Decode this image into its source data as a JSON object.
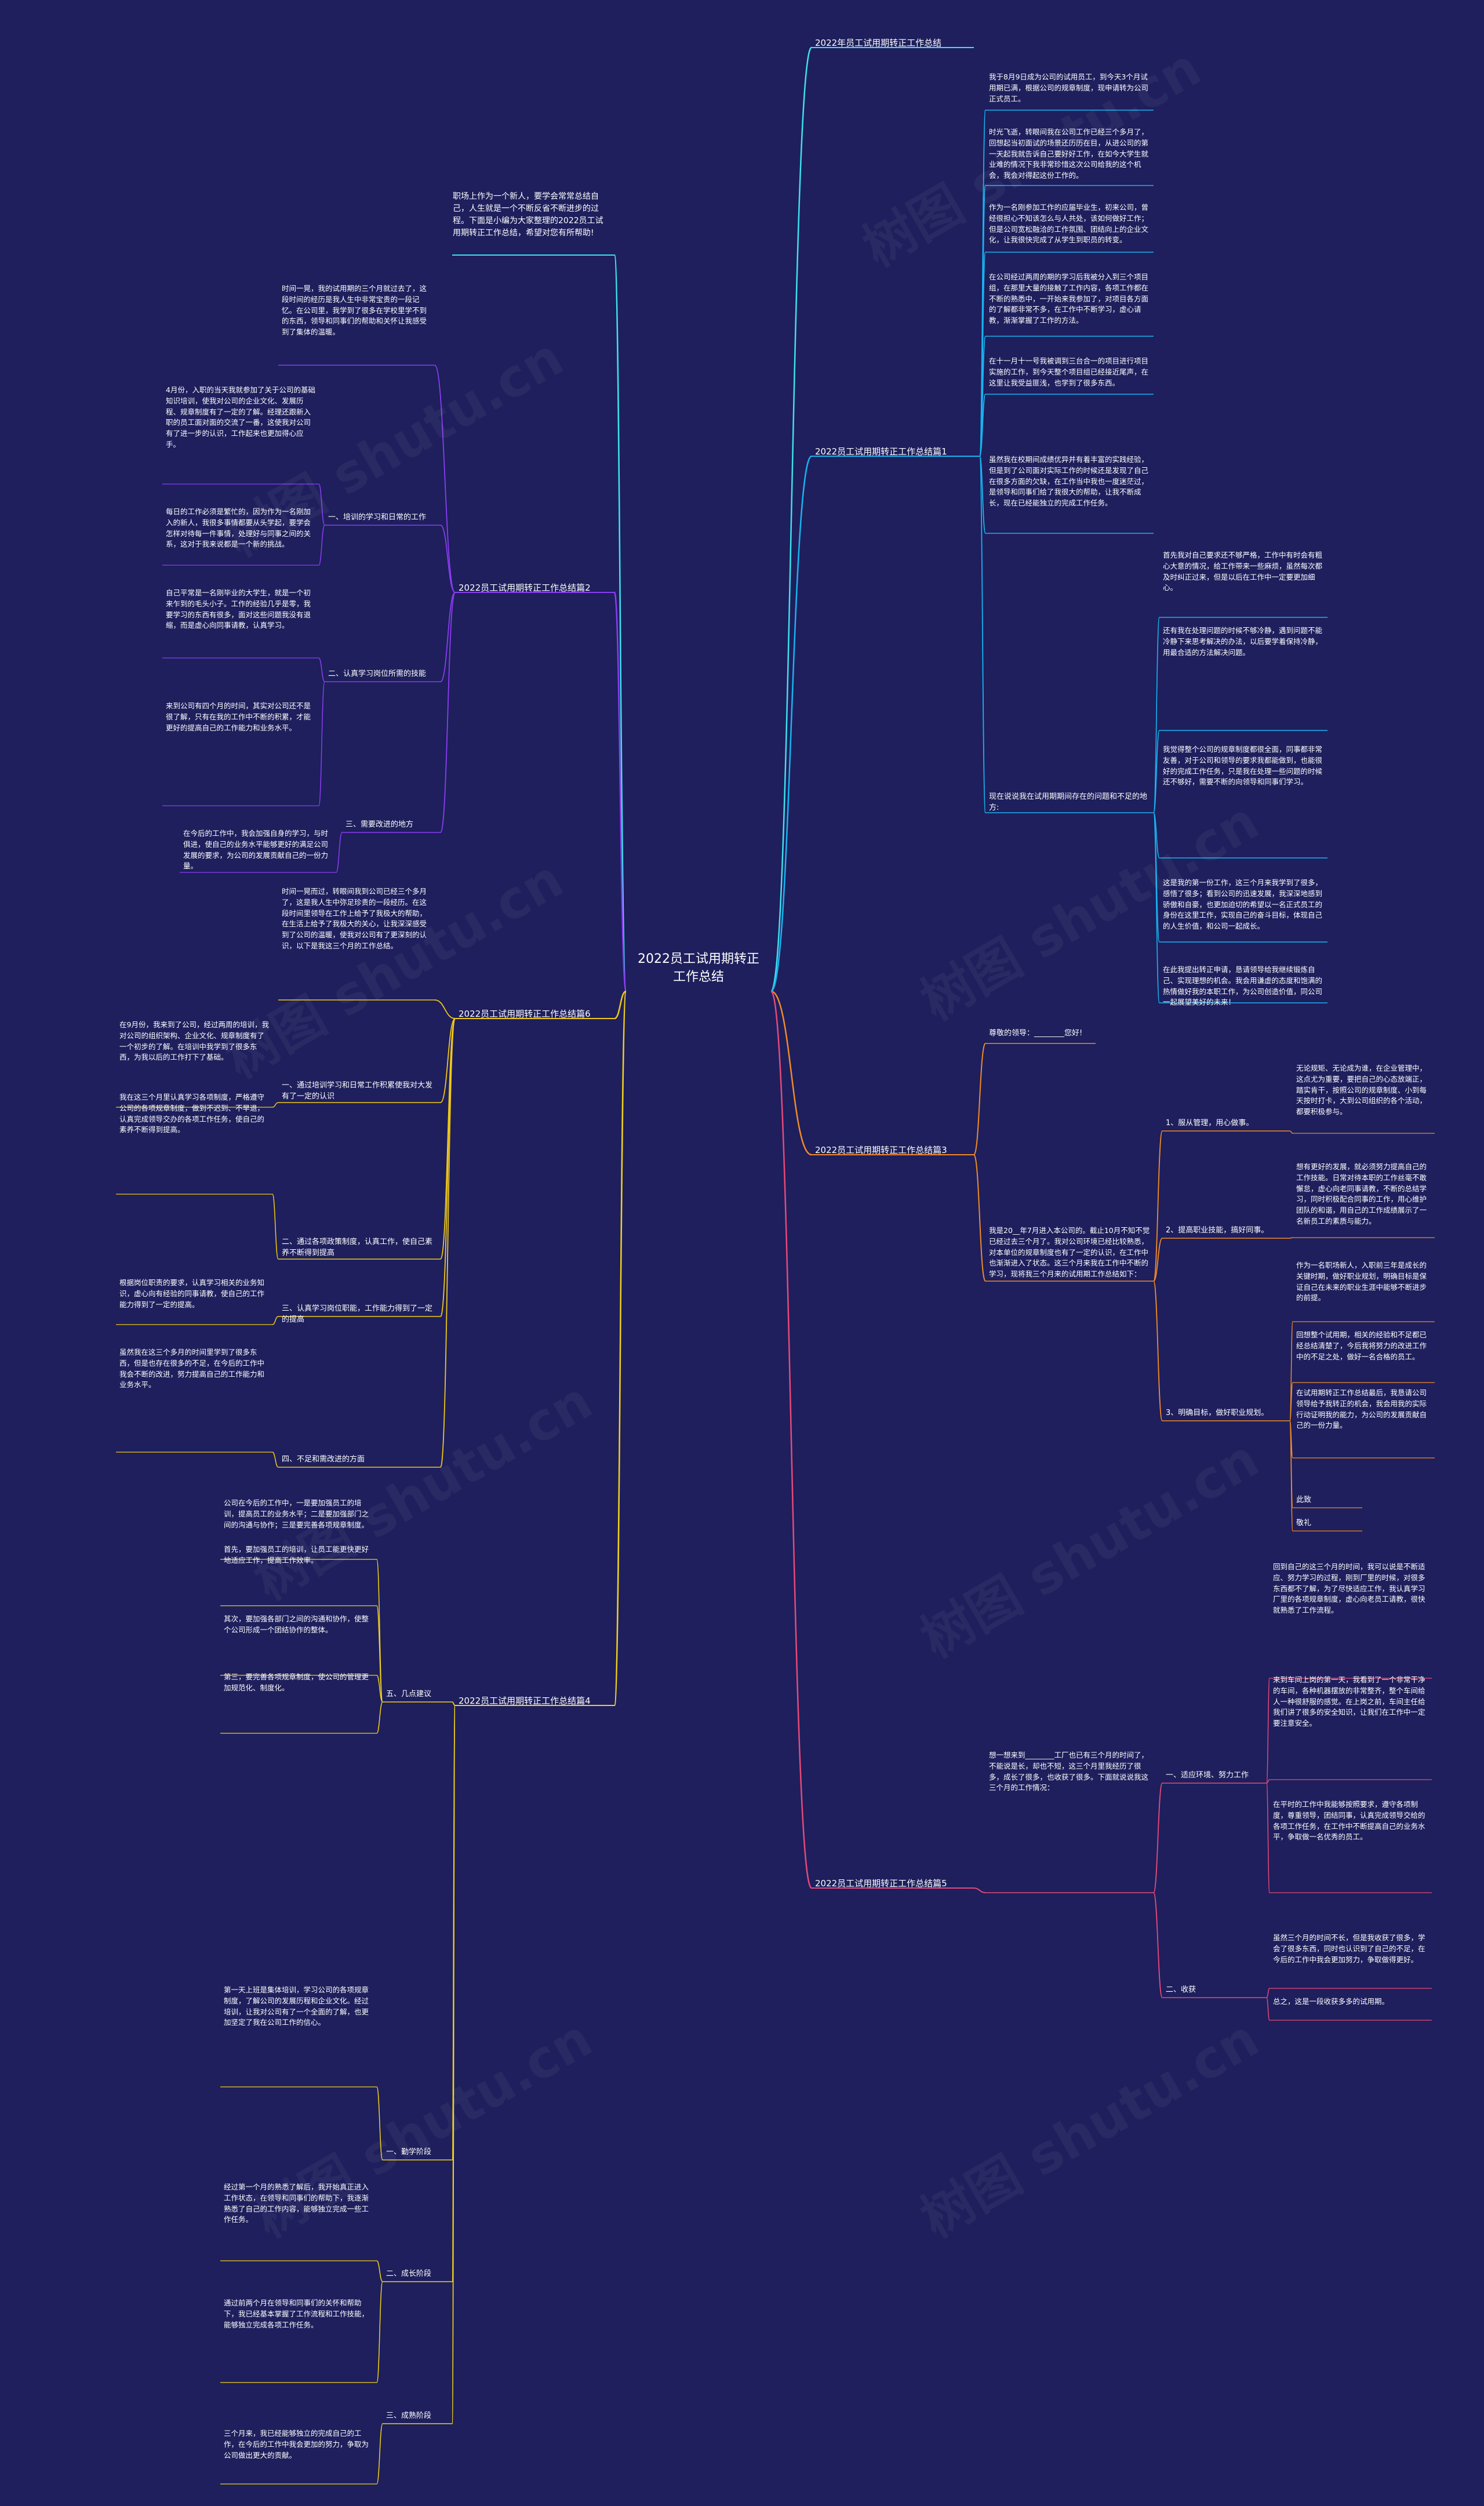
{
  "root": {
    "title": "2022员工试用期转正工作总结"
  },
  "watermark": "树图 shutu.cn",
  "colors": {
    "background": "#1e1f5c",
    "b1": "#3fe0ee",
    "b2": "#18b4f0",
    "b3": "#f08a2a",
    "b4": "#e6497a",
    "b5": "#8a3df0",
    "b6": "#f0c81a",
    "b7": "#f0d01e"
  },
  "right": {
    "title_branch": {
      "label": "2022年员工试用期转正工作总结"
    },
    "b1": {
      "label": "2022员工试用期转正工作总结篇1",
      "leaves": [
        "我于8月9日成为公司的试用员工，到今天3个月试用期已满，根据公司的规章制度，现申请转为公司正式员工。",
        "时光飞逝，转眼间我在公司工作已经三个多月了，回想起当初面试的场景还历历在目，从进公司的第一天起我就告诉自己要好好工作，在如今大学生就业难的情况下我非常珍惜这次公司给我的这个机会，我会对得起这份工作的。",
        "作为一名刚参加工作的应届毕业生，初来公司，曾经很担心不知该怎么与人共处，该如何做好工作；但是公司宽松融洽的工作氛围、团结向上的企业文化，让我很快完成了从学生到职员的转变。",
        "在公司经过两周的期的学习后我被分入到三个项目组，在那里大量的接触了工作内容，各项工作都在不断的熟悉中，一开始来我参加了，对项目各方面的了解都非常不多，在工作中不断学习，虚心请教，渐渐掌握了工作的方法。",
        "在十一月十一号我被调到三台合一的项目进行项目实施的工作，到今天整个项目组已经接近尾声，在这里让我受益匪浅，也学到了很多东西。",
        "虽然我在校期间成绩优异并有着丰富的实践经验，但是到了公司面对实际工作的时候还是发现了自己在很多方面的欠缺，在工作当中我也一度迷茫过，是领导和同事们给了我很大的帮助，让我不断成长，现在已经能独立的完成工作任务。"
      ],
      "sub_label": "现在说说我在试用期期间存在的问题和不足的地方:",
      "sub_leaves": [
        "首先我对自己要求还不够严格，工作中有时会有粗心大意的情况，给工作带来一些麻烦，虽然每次都及时纠正过来，但是以后在工作中一定要更加细心。",
        "还有我在处理问题的时候不够冷静，遇到问题不能冷静下来思考解决的办法，以后要学着保持冷静，用最合适的方法解决问题。",
        "我觉得整个公司的规章制度都很全面，同事都非常友善，对于公司和领导的要求我都能做到，也能很好的完成工作任务，只是我在处理一些问题的时候还不够好，需要不断的向领导和同事们学习。",
        "这是我的第一份工作，这三个月来我学到了很多，感悟了很多；看到公司的迅速发展，我深深地感到骄傲和自豪，也更加迫切的希望以一名正式员工的身份在这里工作，实现自己的奋斗目标，体现自己的人生价值，和公司一起成长。",
        "在此我提出转正申请，恳请领导给我继续锻炼自己、实现理想的机会。我会用谦虚的态度和饱满的热情做好我的本职工作，为公司创造价值，同公司一起展望美好的未来！"
      ]
    },
    "b3": {
      "label": "2022员工试用期转正工作总结篇3",
      "greet": "尊敬的领导：________您好!",
      "intro": "我是20__年7月进入本公司的。截止10月不知不觉已经过去三个月了。我对公司环境已经比较熟悉，对本单位的规章制度也有了一定的认识，在工作中也渐渐进入了状态。这三个月来我在工作中不断的学习，现将我三个月来的试用期工作总结如下：",
      "items": [
        {
          "label": "1、服从管理，用心做事。",
          "leaves": [
            "无论规矩、无论成为谁，在企业管理中，这点尤为重要，要把自己的心态放端正，踏实肯干，按照公司的规章制度、小到每天按时打卡，大到公司组织的各个活动，都要积极参与。"
          ]
        },
        {
          "label": "2、提高职业技能，搞好同事。",
          "leaves": [
            "想有更好的发展，就必须努力提高自己的工作技能。日常对待本职的工作丝毫不敢懈怠，虚心向老同事请教，不断的总结学习，同时积极配合同事的工作，用心维护团队的和谐，用自己的工作成绩展示了一名新员工的素质与能力。"
          ]
        },
        {
          "label": "3、明确目标，做好职业规划。",
          "leaves": [
            "作为一名职场新人，入职前三年是成长的关键时期，做好职业规划，明确目标是保证自己在未来的职业生涯中能够不断进步的前提。",
            "回想整个试用期，相关的经验和不足都已经总结清楚了，今后我将努力的改进工作中的不足之处，做好一名合格的员工。",
            "在试用期转正工作总结最后，我恳请公司领导给予我转正的机会，我会用我的实际行动证明我的能力，为公司的发展贡献自己的一份力量。"
          ]
        }
      ],
      "closing": [
        "此致",
        "敬礼"
      ]
    },
    "b5": {
      "label": "2022员工试用期转正工作总结篇5",
      "intro": "想一想来到________工厂也已有三个月的时间了，不能说是长，却也不短，这三个月里我经历了很多，成长了很多，也收获了很多。下面就说说我这三个月的工作情况：",
      "items": [
        {
          "label": "一、适应环境、努力工作",
          "leaves": [
            "回到自己的这三个月的时间，我可以说是不断适应、努力学习的过程，刚到厂里的时候，对很多东西都不了解，为了尽快适应工作，我认真学习厂里的各项规章制度，虚心向老员工请教，很快就熟悉了工作流程。",
            "来到车间上岗的第一天，我看到了一个非常干净的车间，各种机器摆放的非常整齐，整个车间给人一种很舒服的感觉。在上岗之前，车间主任给我们讲了很多的安全知识，让我们在工作中一定要注意安全。",
            "在平时的工作中我能够按照要求，遵守各项制度，尊重领导，团结同事，认真完成领导交给的各项工作任务，在工作中不断提高自己的业务水平，争取做一名优秀的员工。"
          ]
        },
        {
          "label": "二、收获",
          "leaves": [
            "虽然三个月的时间不长，但是我收获了很多，学会了很多东西，同时也认识到了自己的不足，在今后的工作中我会更加努力，争取做得更好。",
            "总之，这是一段收获多多的试用期。"
          ]
        }
      ]
    }
  },
  "left": {
    "intro_note": "职场上作为一个新人，要学会常常总结自己，人生就是一个不断反省不断进步的过程。下面是小编为大家整理的2022员工试用期转正工作总结，希望对您有所帮助!",
    "b2": {
      "label": "2022员工试用期转正工作总结篇2",
      "top_leaf": "时间一晃，我的试用期的三个月就过去了，这段时间的经历是我人生中非常宝贵的一段记忆。在公司里，我学到了很多在学校里学不到的东西，领导和同事们的帮助和关怀让我感受到了集体的温暖。",
      "items": [
        {
          "label": "一、培训的学习和日常的工作",
          "leaves": [
            "4月份，入职的当天我就参加了关于公司的基础知识培训，使我对公司的企业文化、发展历程、规章制度有了一定的了解。经理还跟新入职的员工面对面的交流了一番，这使我对公司有了进一步的认识，工作起来也更加得心应手。",
            "每日的工作必须是繁忙的，因为作为一名刚加入的新人，我很多事情都要从头学起，要学会怎样对待每一件事情，处理好与同事之间的关系，这对于我来说都是一个新的挑战。"
          ]
        },
        {
          "label": "二、认真学习岗位所需的技能",
          "leaves": [
            "自己平常是一名刚毕业的大学生，就是一个初来乍到的毛头小子。工作的经验几乎是零，我要学习的东西有很多，面对这些问题我没有退缩，而是虚心向同事请教，认真学习。",
            "来到公司有四个月的时间，其实对公司还不是很了解，只有在我的工作中不断的积累，才能更好的提高自己的工作能力和业务水平。"
          ]
        },
        {
          "label": "三、需要改进的地方",
          "leaves": [
            "在今后的工作中，我会加强自身的学习，与时俱进，使自己的业务水平能够更好的满足公司发展的要求，为公司的发展贡献自己的一份力量。"
          ]
        }
      ]
    },
    "b6": {
      "label": "2022员工试用期转正工作总结篇6",
      "top_leaf": "时间一晃而过，转眼间我到公司已经三个多月了，这是我人生中弥足珍贵的一段经历。在这段时间里领导在工作上给予了我极大的帮助，在生活上给予了我极大的关心，让我深深感受到了公司的温暖，使我对公司有了更深刻的认识，以下是我这三个月的工作总结。",
      "items": [
        {
          "label": "一、通过培训学习和日常工作积累使我对大发有了一定的认识",
          "leaves": [
            "在9月份，我来到了公司，经过两周的培训，我对公司的组织架构、企业文化、规章制度有了一个初步的了解。在培训中我学到了很多东西，为我以后的工作打下了基础。"
          ]
        },
        {
          "label": "二、通过各项政策制度，认真工作，使自己素养不断得到提高",
          "leaves": [
            "我在这三个月里认真学习各项制度，严格遵守公司的各项规章制度，做到不迟到、不早退，认真完成领导交办的各项工作任务，使自己的素养不断得到提高。"
          ]
        },
        {
          "label": "三、认真学习岗位职能，工作能力得到了一定的提高",
          "leaves": [
            "根据岗位职责的要求，认真学习相关的业务知识，虚心向有经验的同事请教，使自己的工作能力得到了一定的提高。"
          ]
        },
        {
          "label": "四、不足和需改进的方面",
          "leaves": [
            "虽然我在这三个多月的时间里学到了很多东西，但是也存在很多的不足，在今后的工作中我会不断的改进，努力提高自己的工作能力和业务水平。"
          ]
        }
      ]
    },
    "b4": {
      "label": "2022员工试用期转正工作总结篇4",
      "items": [
        {
          "label": "五、几点建议",
          "leaves": [
            "公司在今后的工作中，一是要加强员工的培训，提高员工的业务水平；二是要加强部门之间的沟通与协作；三是要完善各项规章制度。",
            "首先，要加强员工的培训，让员工能更快更好地适应工作，提高工作效率。",
            "其次，要加强各部门之间的沟通和协作，使整个公司形成一个团结协作的整体。",
            "第三，要完善各项规章制度，使公司的管理更加规范化、制度化。"
          ]
        },
        {
          "label": "一、勤学阶段",
          "leaves": [
            "第一天上班是集体培训，学习公司的各项规章制度，了解公司的发展历程和企业文化。经过培训，让我对公司有了一个全面的了解，也更加坚定了我在公司工作的信心。"
          ]
        },
        {
          "label": "二、成长阶段",
          "leaves": [
            "经过第一个月的熟悉了解后，我开始真正进入工作状态，在领导和同事们的帮助下，我逐渐熟悉了自己的工作内容，能够独立完成一些工作任务。",
            "通过前两个月在领导和同事们的关怀和帮助下，我已经基本掌握了工作流程和工作技能，能够独立完成各项工作任务。"
          ]
        },
        {
          "label": "三、成熟阶段",
          "leaves": [
            "三个月来，我已经能够独立的完成自己的工作，在今后的工作中我会更加的努力，争取为公司做出更大的贡献。"
          ]
        }
      ]
    }
  }
}
